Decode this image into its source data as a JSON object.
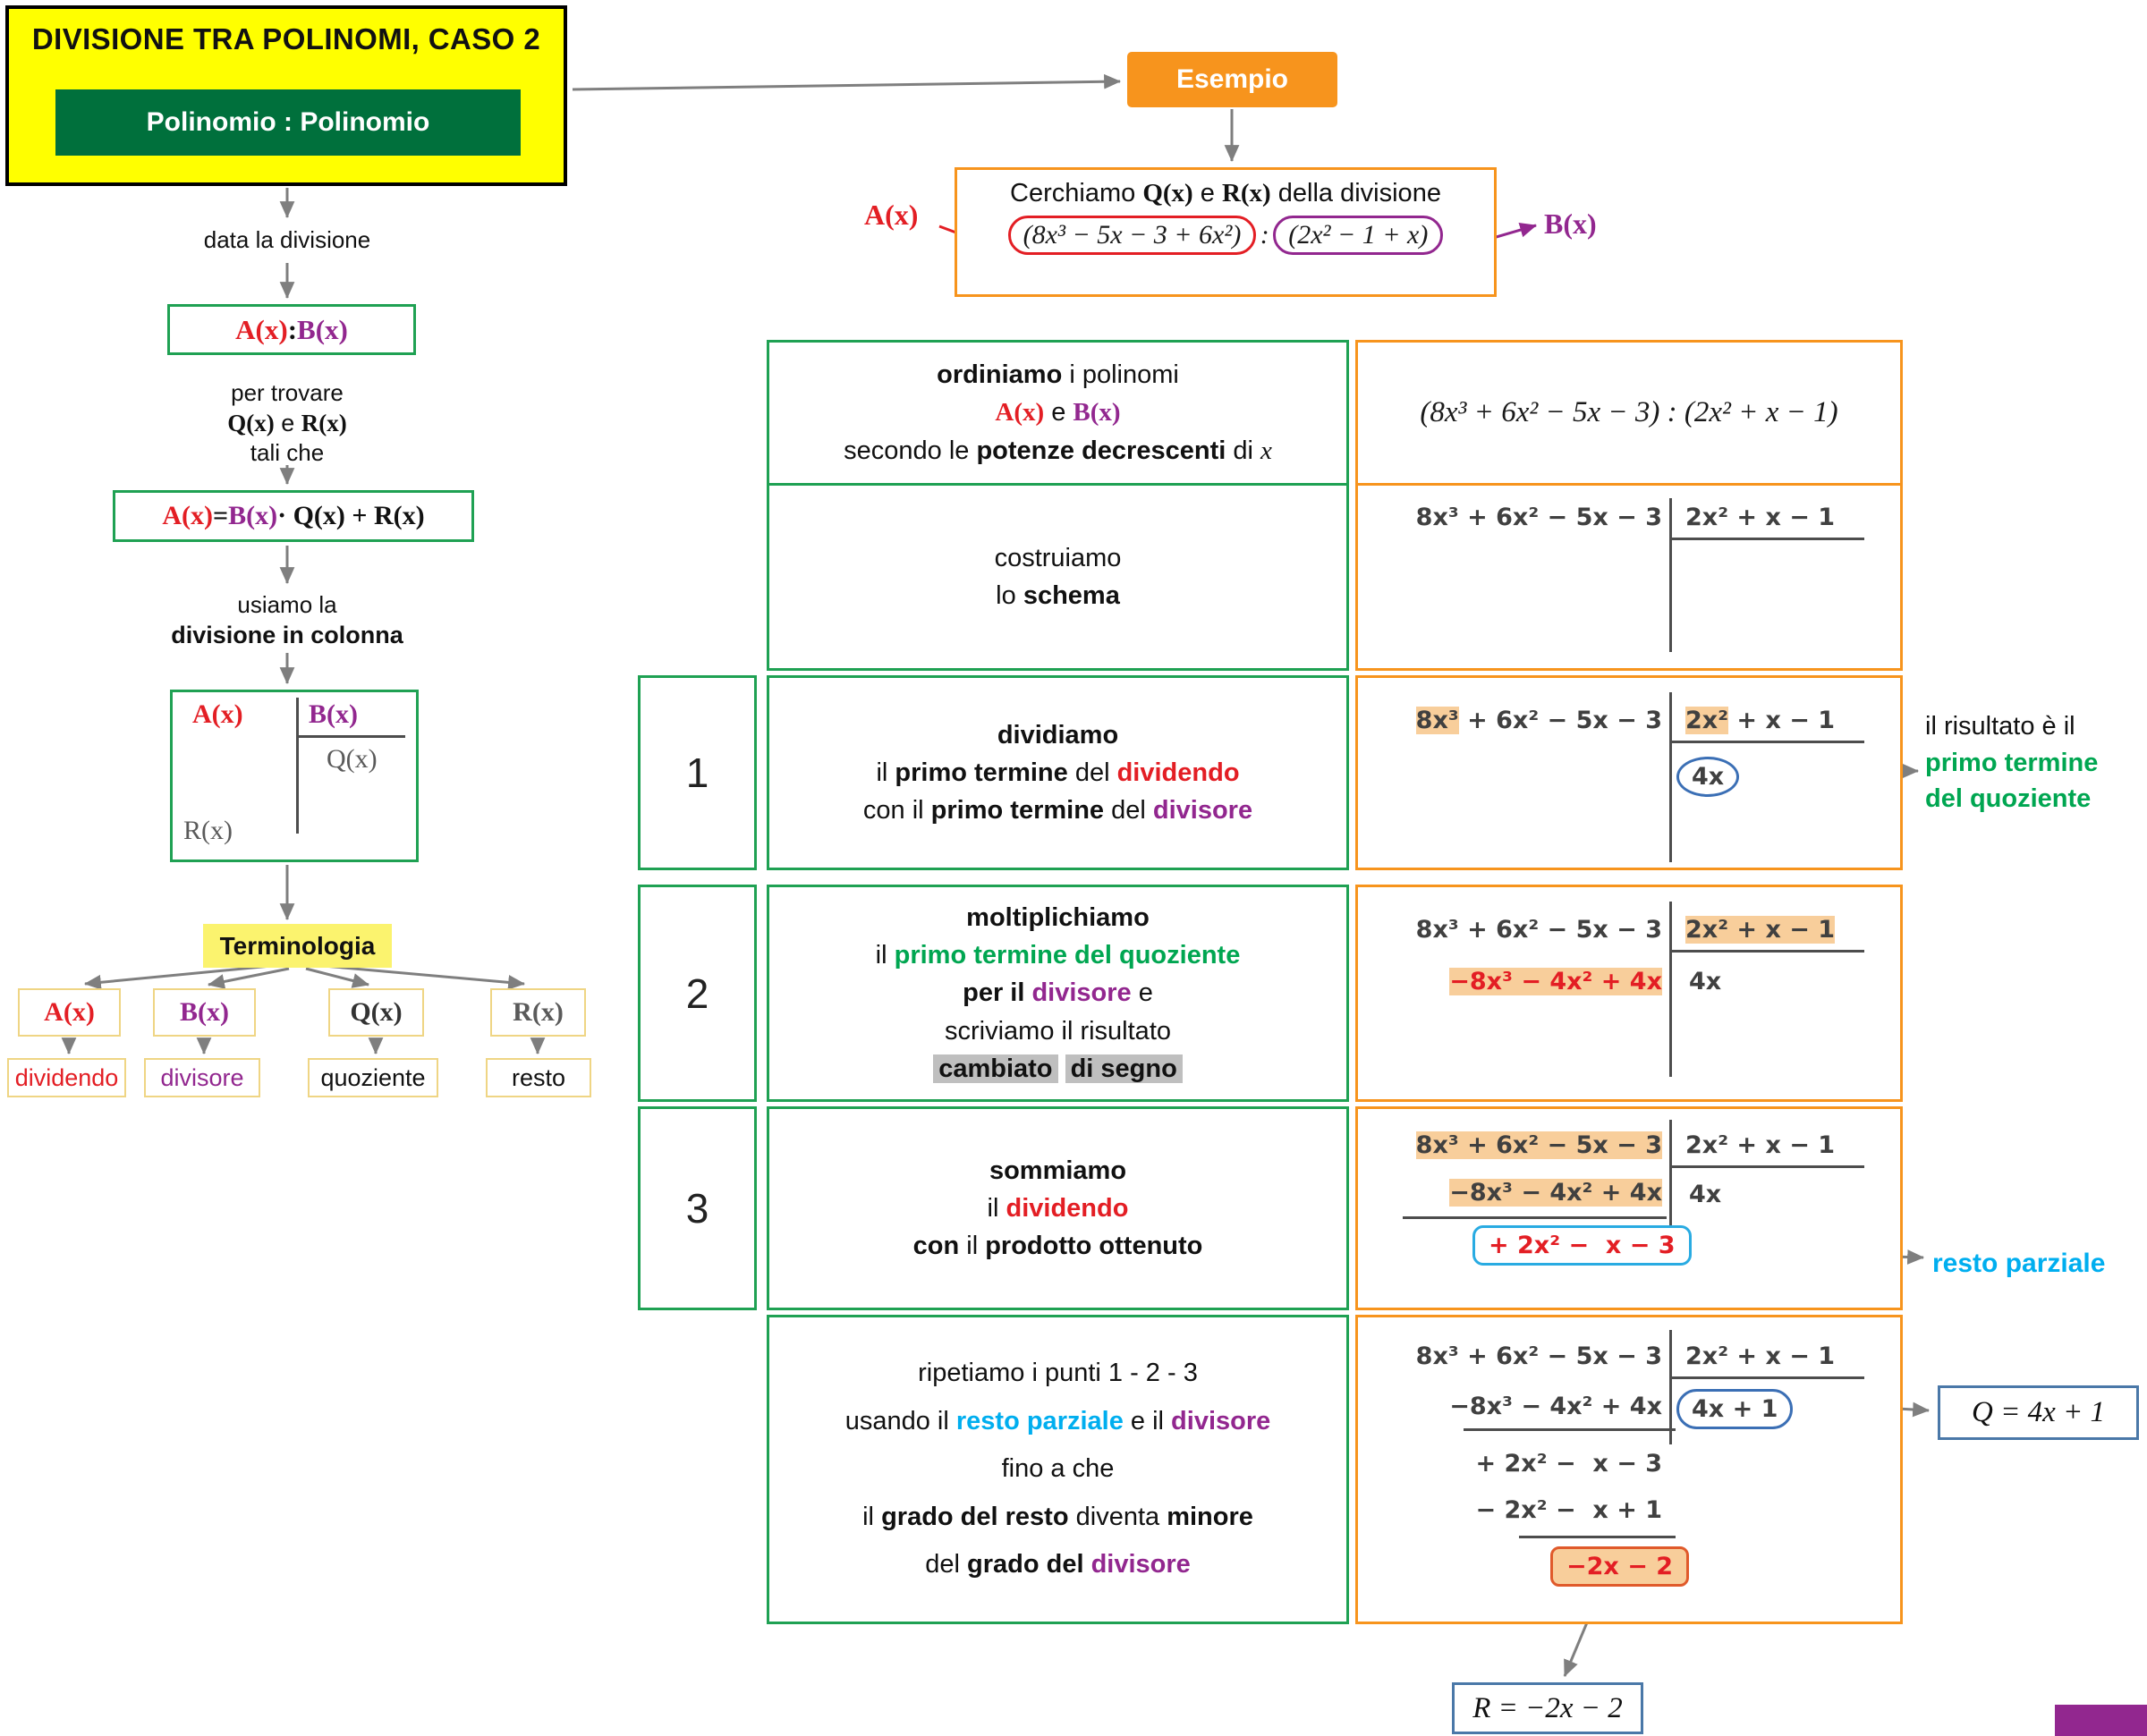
{
  "palette": {
    "yellow": "#FFFF00",
    "dark_green": "#00703C",
    "green_border": "#1FA153",
    "green_text": "#00A651",
    "orange": "#F7941D",
    "peach_highlight": "#F8CE9B",
    "red": "#E31E24",
    "purple": "#92278F",
    "cyan": "#00AEEF",
    "blue_box": "#4A78A8",
    "circle_blue": "#3B6FB5",
    "gray_arrow": "#7F7F7F",
    "gray_highlight": "#BFBFBF"
  },
  "header": {
    "title": "DIVISIONE TRA POLINOMI, CASO 2",
    "subtitle": "Polinomio : Polinomio",
    "esempio": "Esempio"
  },
  "example_box": {
    "intro": [
      {
        "t": "Cerchiamo ",
        "c": ""
      },
      {
        "t": "Q(x)",
        "c": "serif b"
      },
      {
        "t": " e ",
        "c": ""
      },
      {
        "t": "R(x)",
        "c": "serif b"
      },
      {
        "t": " della divisione",
        "c": ""
      }
    ],
    "a_label": "A(x)",
    "b_label": "B(x)",
    "dividend": "(8x³ − 5x − 3 + 6x²)",
    "colon": ":",
    "divisor": "(2x² − 1 + x)"
  },
  "flow": {
    "data_divisione": "data la divisione",
    "ab": [
      {
        "t": "A(x)",
        "c": "red"
      },
      {
        "t": " : ",
        "c": ""
      },
      {
        "t": "B(x)",
        "c": "purple"
      }
    ],
    "per_trovare_1": "per trovare",
    "per_trovare_2": [
      {
        "t": "Q(x)",
        "c": "serif b"
      },
      {
        "t": " e ",
        "c": ""
      },
      {
        "t": "R(x)",
        "c": "serif b"
      }
    ],
    "per_trovare_3": "tali che",
    "formula": [
      {
        "t": "A(x)",
        "c": "red"
      },
      {
        "t": " = ",
        "c": ""
      },
      {
        "t": "B(x)",
        "c": "purple"
      },
      {
        "t": "· Q(x) + R(x)",
        "c": ""
      }
    ],
    "usiamo_1": "usiamo la",
    "usiamo_2": "divisione in colonna",
    "scheme": {
      "a": "A(x)",
      "b": "B(x)",
      "q": "Q(x)",
      "r": "R(x)"
    },
    "terminologia": "Terminologia",
    "terms": [
      {
        "symbol": "A(x)",
        "name": "dividendo"
      },
      {
        "symbol": "B(x)",
        "name": "divisore"
      },
      {
        "symbol": "Q(x)",
        "name": "quoziente"
      },
      {
        "symbol": "R(x)",
        "name": "resto"
      }
    ]
  },
  "steps": {
    "s1": {
      "lines": [
        [
          {
            "t": "ordiniamo",
            "c": "b"
          },
          {
            "t": " i polinomi",
            "c": ""
          }
        ],
        [
          {
            "t": "A(x)",
            "c": "serif b red"
          },
          {
            "t": " e ",
            "c": ""
          },
          {
            "t": "B(x)",
            "c": "serif b purple"
          }
        ],
        [
          {
            "t": "secondo le ",
            "c": ""
          },
          {
            "t": "potenze decrescenti",
            "c": "b"
          },
          {
            "t": " di ",
            "c": ""
          },
          {
            "t": "x",
            "c": "serif i"
          }
        ]
      ],
      "example": "(8x³ + 6x² − 5x − 3) : (2x² + x − 1)"
    },
    "s2": {
      "lines": [
        [
          {
            "t": "costruiamo",
            "c": ""
          }
        ],
        [
          {
            "t": "lo ",
            "c": ""
          },
          {
            "t": "schema",
            "c": "b"
          }
        ]
      ]
    },
    "s3": {
      "number": "1",
      "lines": [
        [
          {
            "t": "dividiamo",
            "c": "b"
          }
        ],
        [
          {
            "t": "il ",
            "c": ""
          },
          {
            "t": "primo termine",
            "c": "b"
          },
          {
            "t": " del ",
            "c": ""
          },
          {
            "t": "dividendo",
            "c": "b red"
          }
        ],
        [
          {
            "t": "con il ",
            "c": ""
          },
          {
            "t": "primo termine",
            "c": "b"
          },
          {
            "t": " del ",
            "c": ""
          },
          {
            "t": "divisore",
            "c": "b purple"
          }
        ]
      ]
    },
    "s4": {
      "number": "2",
      "lines": [
        [
          {
            "t": "moltiplichiamo",
            "c": "b"
          }
        ],
        [
          {
            "t": "il ",
            "c": ""
          },
          {
            "t": "primo termine del quoziente",
            "c": "b green"
          }
        ],
        [
          {
            "t": "per il ",
            "c": "b"
          },
          {
            "t": "divisore",
            "c": "b purple"
          },
          {
            "t": " e",
            "c": ""
          }
        ],
        [
          {
            "t": "scriviamo il risultato",
            "c": ""
          }
        ],
        [
          {
            "t": "cambiato",
            "c": "b hlg"
          },
          {
            "t": " ",
            "c": ""
          },
          {
            "t": "di segno",
            "c": "b hlg"
          }
        ]
      ]
    },
    "s5": {
      "number": "3",
      "lines": [
        [
          {
            "t": "sommiamo",
            "c": "b"
          }
        ],
        [
          {
            "t": "il ",
            "c": ""
          },
          {
            "t": "dividendo",
            "c": "b red"
          }
        ],
        [
          {
            "t": "con",
            "c": "b"
          },
          {
            "t": " il ",
            "c": ""
          },
          {
            "t": "prodotto ottenuto",
            "c": "b"
          }
        ]
      ]
    },
    "s6": {
      "lines": [
        [
          {
            "t": "ripetiamo i punti 1 - 2 - 3",
            "c": ""
          }
        ],
        [
          {
            "t": "usando il ",
            "c": ""
          },
          {
            "t": "resto parziale",
            "c": "b cyan"
          },
          {
            "t": " e il ",
            "c": ""
          },
          {
            "t": "divisore",
            "c": "b purple"
          }
        ],
        [
          {
            "t": "fino a che",
            "c": ""
          }
        ],
        [
          {
            "t": "il ",
            "c": ""
          },
          {
            "t": "grado del resto",
            "c": "b"
          },
          {
            "t": " diventa ",
            "c": ""
          },
          {
            "t": "minore",
            "c": "b"
          }
        ],
        [
          {
            "t": "del ",
            "c": ""
          },
          {
            "t": "grado del ",
            "c": "b"
          },
          {
            "t": "divisore",
            "c": "b purple"
          }
        ]
      ]
    }
  },
  "schemes": {
    "build": {
      "dividend": "8x³ + 6x² − 5x − 3",
      "divisor": "2x² + x − 1"
    },
    "divide": {
      "dividend": [
        {
          "t": "8x³",
          "c": "hl"
        },
        {
          "t": " + 6x² − 5x − 3",
          "c": ""
        }
      ],
      "divisor": [
        {
          "t": "2x²",
          "c": "hl"
        },
        {
          "t": " + x − 1",
          "c": ""
        }
      ],
      "quotient": "4x"
    },
    "multiply": {
      "dividend": "8x³ + 6x² − 5x − 3",
      "product": [
        {
          "t": "−8x³ − 4x² + 4x",
          "c": "hl red"
        }
      ],
      "divisor": [
        {
          "t": "2x² + x − 1",
          "c": "hl"
        }
      ],
      "quotient": "4x"
    },
    "sum": {
      "dividend": [
        {
          "t": "8x³ + 6x² − 5x − 3",
          "c": "hl"
        }
      ],
      "product": [
        {
          "t": "−8x³ − 4x² + 4x",
          "c": "hl"
        }
      ],
      "partial": "+ 2x² −  x − 3",
      "divisor": "2x² + x − 1",
      "quotient": "4x"
    },
    "repeat": {
      "dividend": "8x³ + 6x² − 5x − 3",
      "product": "−8x³ − 4x² + 4x",
      "partial": "+ 2x² −  x − 3",
      "product2": "− 2x² −  x + 1",
      "remainder": "−2x − 2",
      "divisor": "2x² + x − 1",
      "quotient": "4x + 1"
    }
  },
  "annotations": {
    "result_line1": "il risultato è il",
    "result_line2": "primo termine",
    "result_line3": "del quoziente",
    "resto_parziale": "resto parziale",
    "q_result": "Q = 4x + 1",
    "r_result": "R = −2x − 2"
  }
}
